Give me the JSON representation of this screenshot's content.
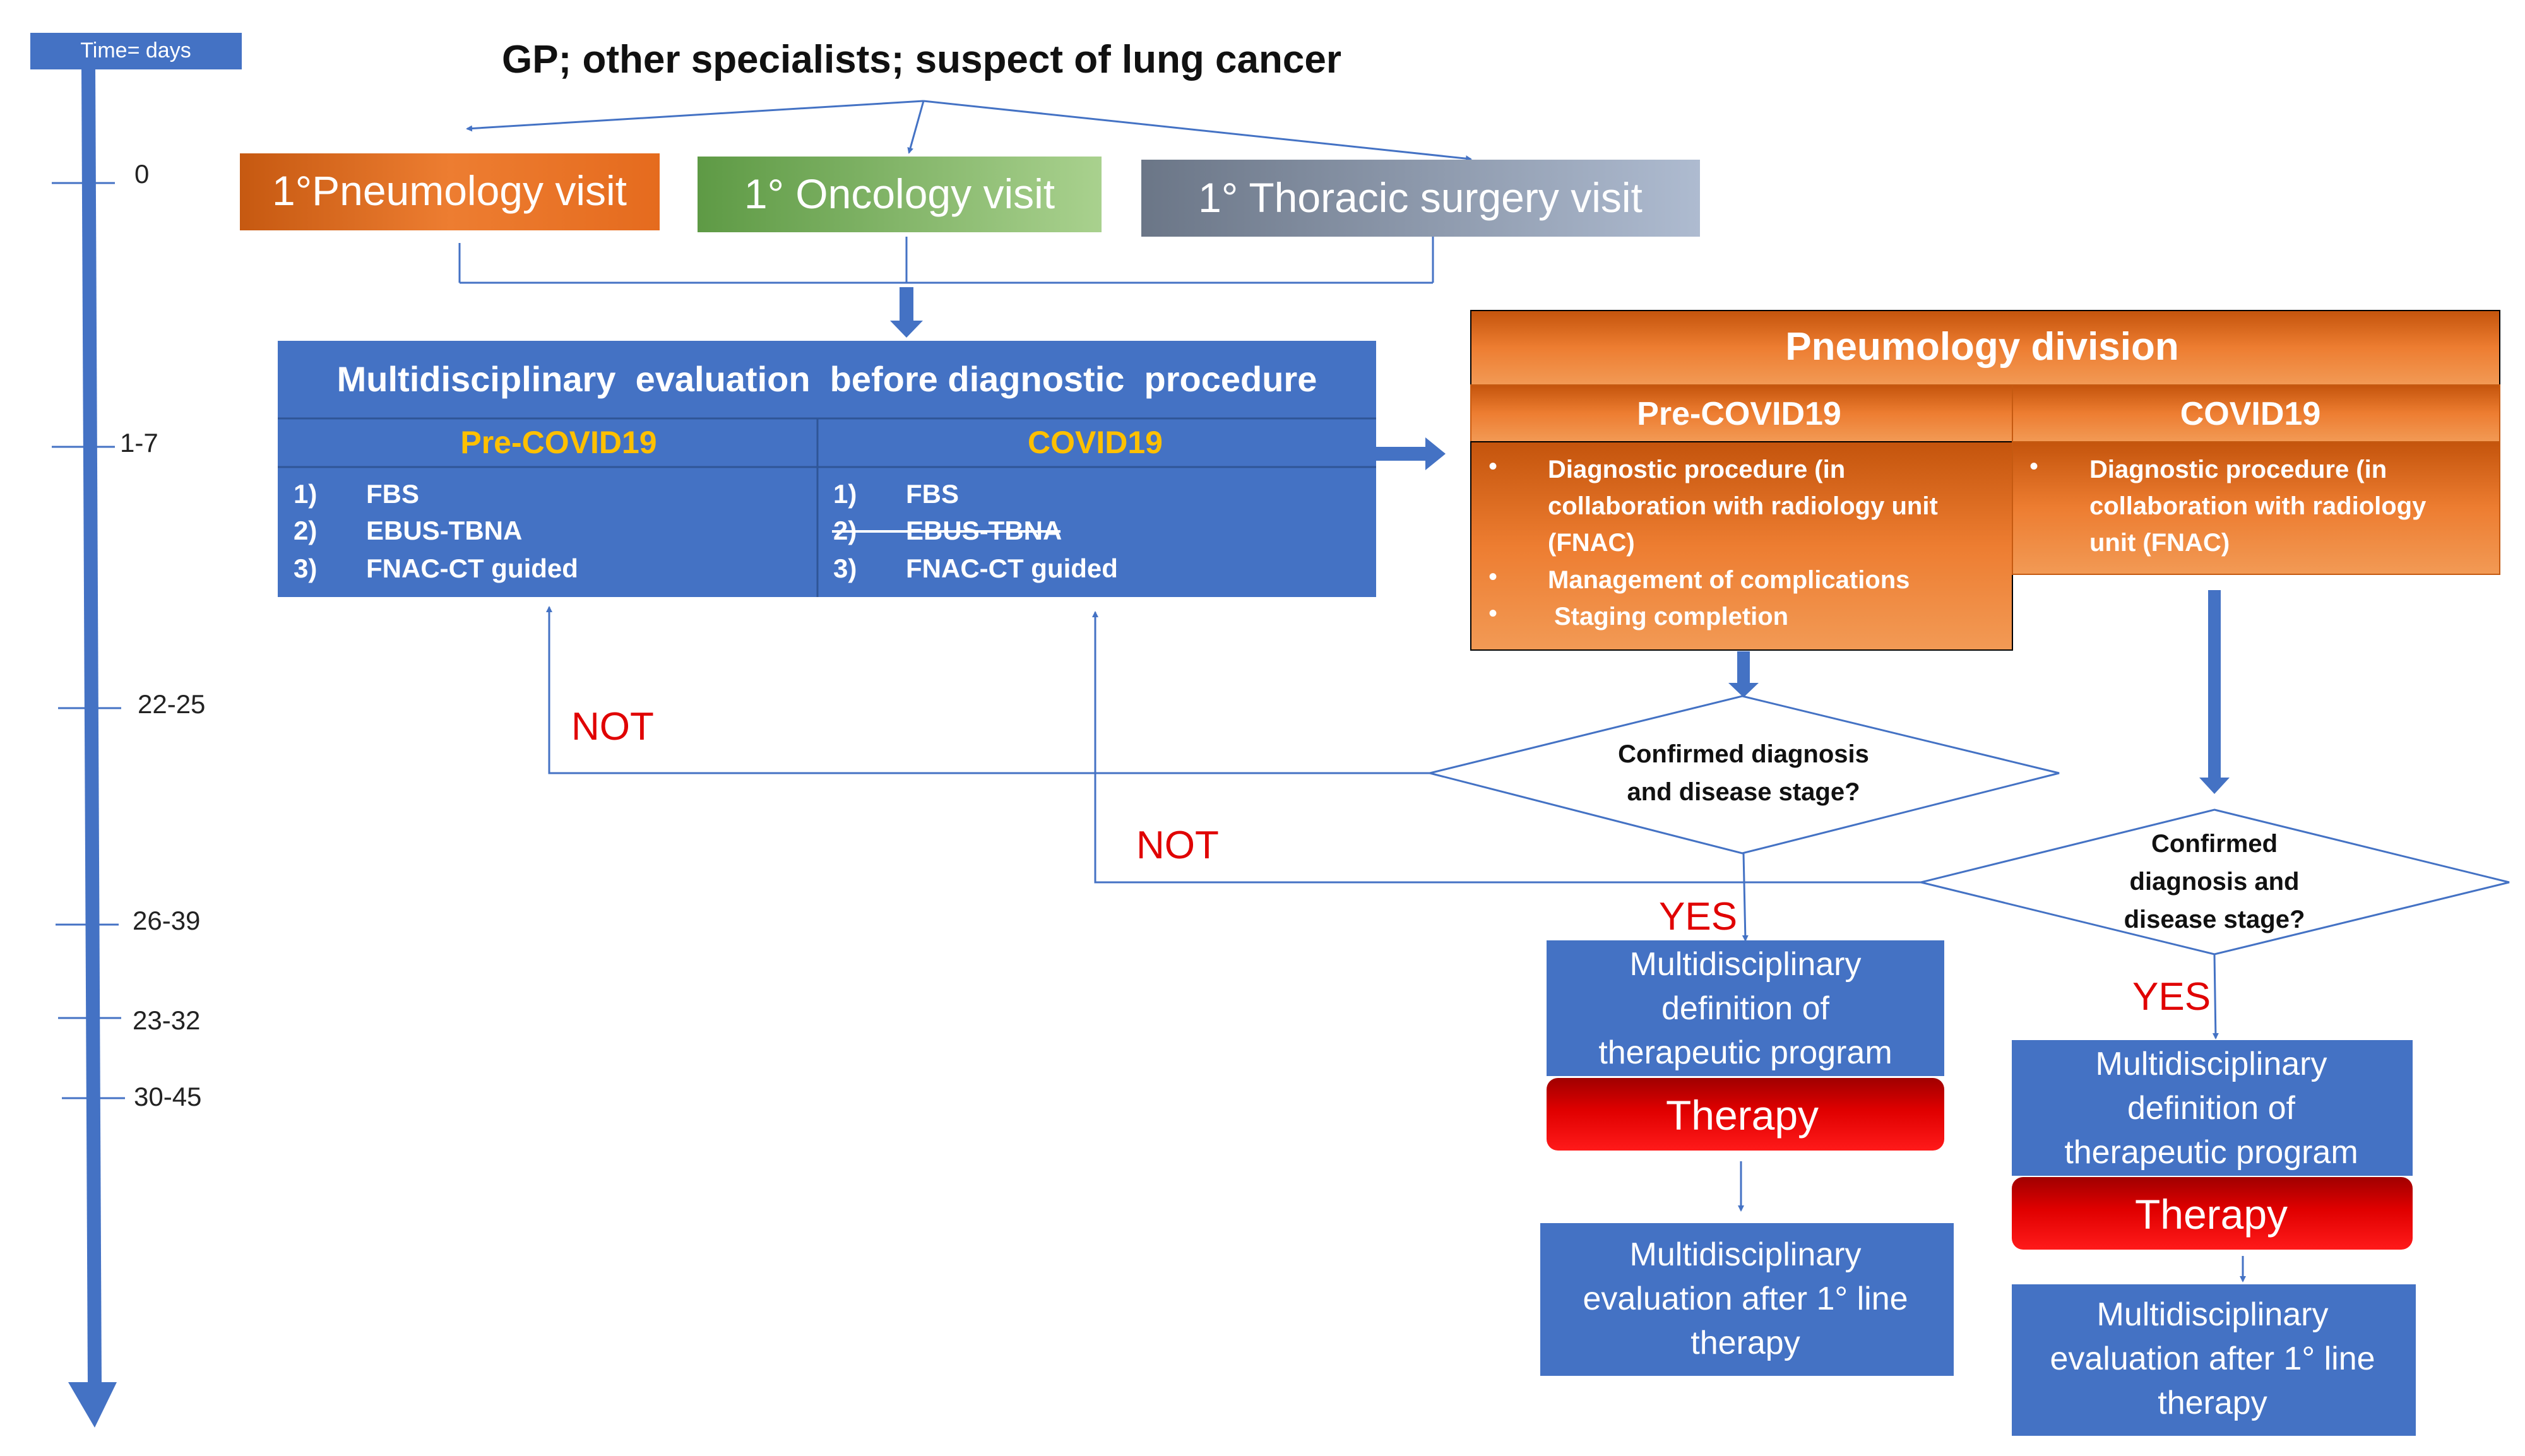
{
  "timeline": {
    "header": "Time= days",
    "ticks": [
      "0",
      "1-7",
      "22-25",
      "26-39",
      "23-32",
      "30-45"
    ]
  },
  "source": "GP; other specialists; suspect of lung cancer",
  "visits": {
    "pneumology": "1°Pneumology visit",
    "oncology": "1° Oncology visit",
    "thoracic": "1° Thoracic surgery visit"
  },
  "mde": {
    "title": "Multidisciplinary  evaluation  before diagnostic  procedure",
    "pre_header": "Pre-COVID19",
    "covid_header": "COVID19",
    "pre_items": [
      {
        "num": "1)",
        "text": "FBS"
      },
      {
        "num": "2)",
        "text": "EBUS-TBNA"
      },
      {
        "num": "3)",
        "text": "FNAC-CT guided"
      }
    ],
    "covid_items": [
      {
        "num": "1)",
        "text": "FBS"
      },
      {
        "num": "2)",
        "text": "EBUS-TBNA"
      },
      {
        "num": "3)",
        "text": "FNAC-CT guided"
      }
    ]
  },
  "pneumology_division": {
    "title": "Pneumology division",
    "pre_header": "Pre-COVID19",
    "covid_header": "COVID19",
    "pre_bullet1": [
      "Diagnostic procedure (in",
      "collaboration with radiology unit",
      "(FNAC)"
    ],
    "pre_bullet2": "Management of complications",
    "pre_bullet3": "Staging completion",
    "covid_bullet1": [
      "Diagnostic procedure (in",
      "collaboration with radiology",
      "unit  (FNAC)"
    ]
  },
  "decision_pre": [
    "Confirmed diagnosis",
    "and disease stage?"
  ],
  "decision_covid": [
    "Confirmed",
    "diagnosis and",
    "disease stage?"
  ],
  "labels": {
    "not": "NOT",
    "yes": "YES"
  },
  "multidisciplinary_definition": [
    "Multidisciplinary",
    "definition of",
    "therapeutic program"
  ],
  "therapy": "Therapy",
  "evaluation_after": [
    "Multidisciplinary",
    "evaluation after 1° line",
    "therapy"
  ],
  "colors": {
    "blue": "#4472c4",
    "orange": "#e2761c",
    "green": "#75b55a",
    "gray": "#8794a8",
    "red": "#e00000",
    "gold": "#ffc000"
  }
}
